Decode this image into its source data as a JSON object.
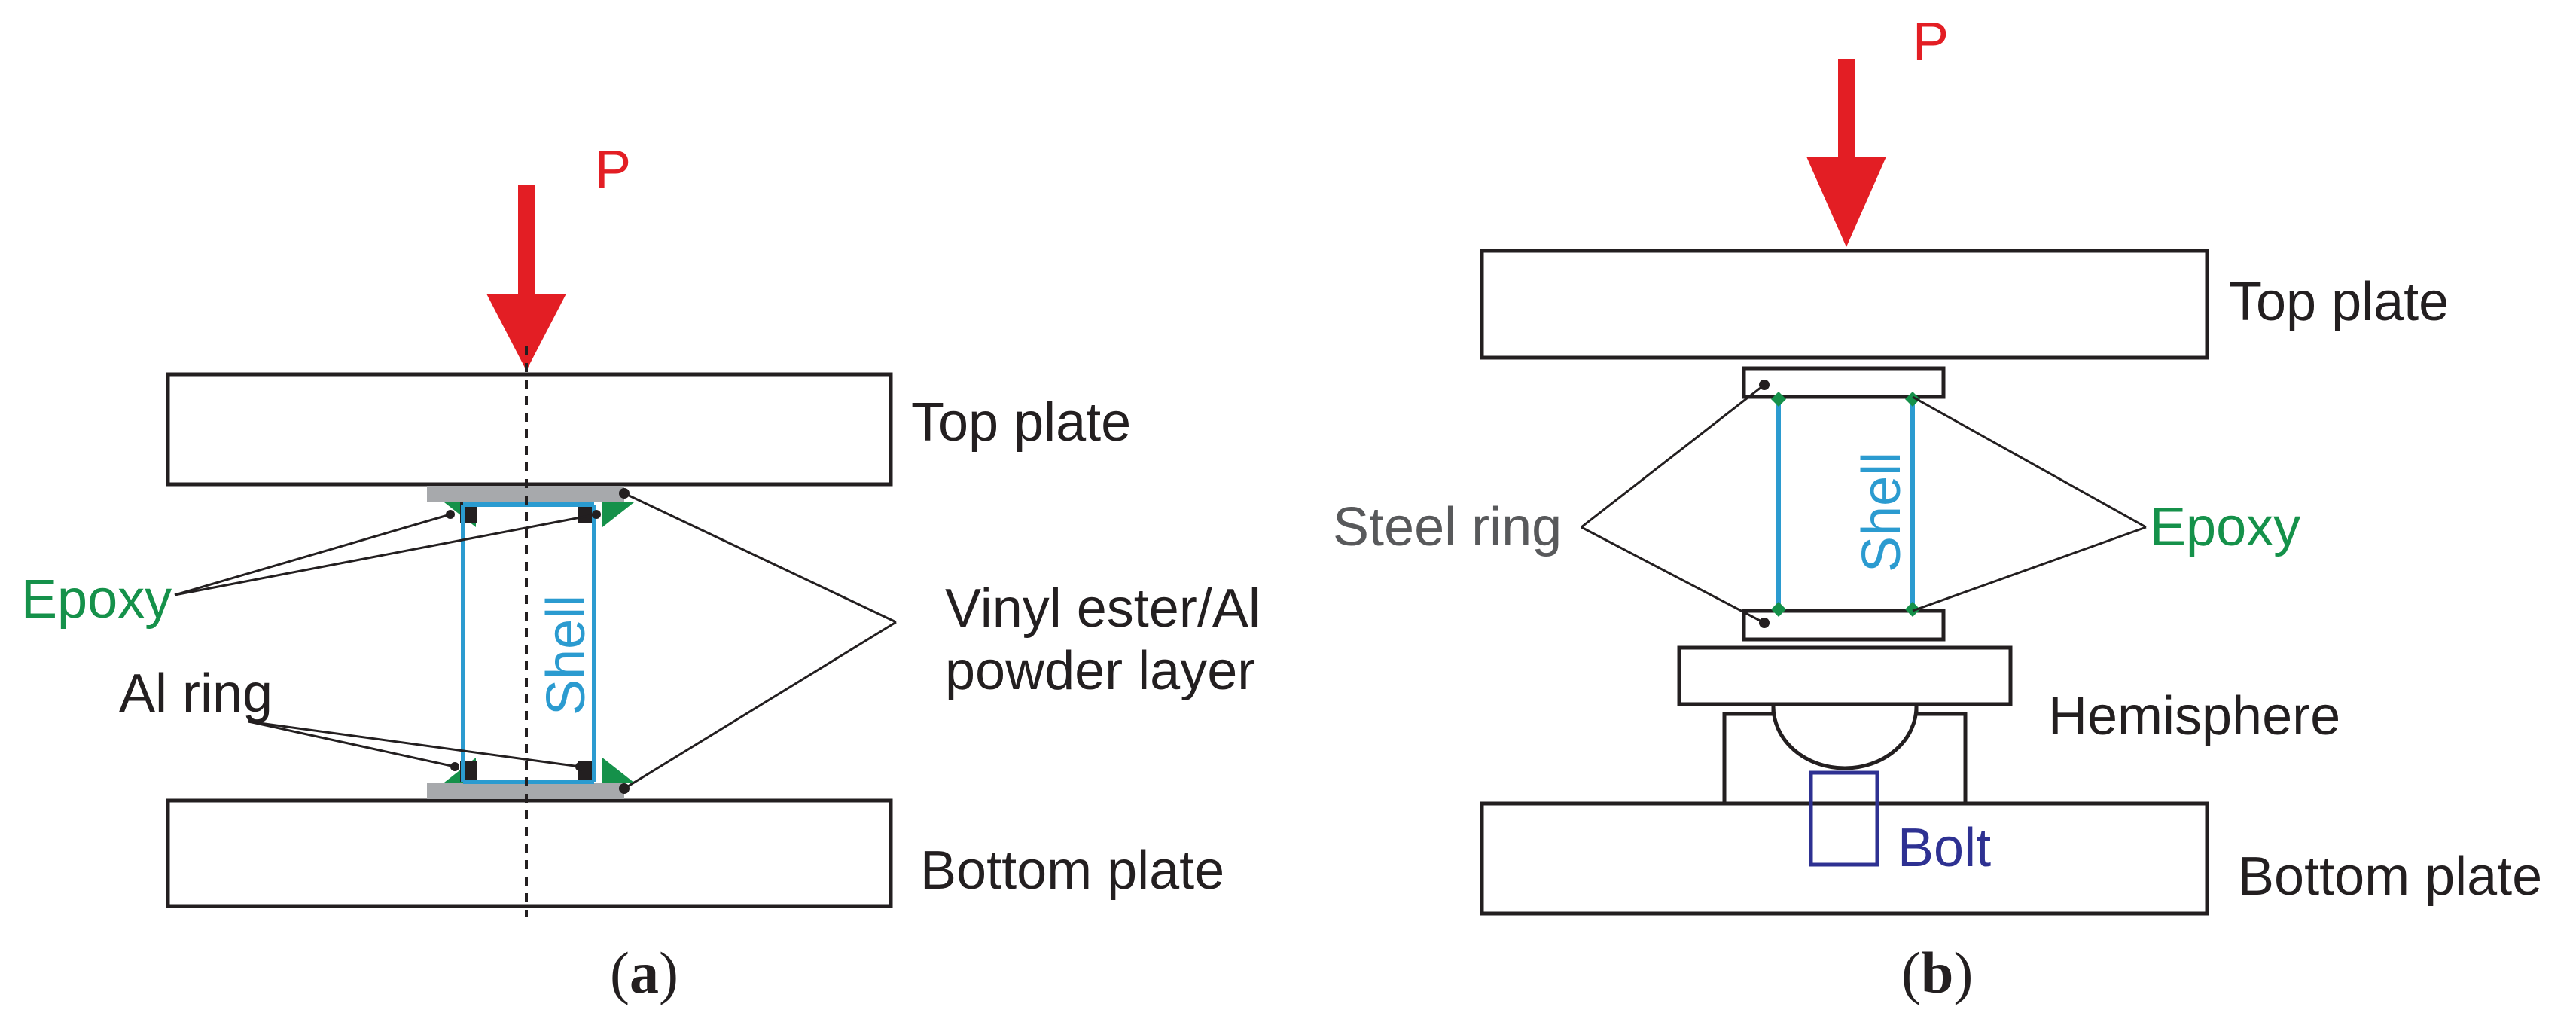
{
  "panel_a": {
    "load_label": "P",
    "top_plate": "Top plate",
    "bottom_plate": "Bottom plate",
    "epoxy": "Epoxy",
    "al_ring": "Al ring",
    "layer_line1": "Vinyl ester/Al",
    "layer_line2": "powder layer",
    "shell": "Shell",
    "caption_open": "(",
    "caption_letter": "a",
    "caption_close": ")"
  },
  "panel_b": {
    "load_label": "P",
    "top_plate": "Top plate",
    "steel_ring": "Steel ring",
    "shell": "Shell",
    "epoxy": "Epoxy",
    "hemisphere": "Hemisphere",
    "bolt": "Bolt",
    "bottom_plate": "Bottom plate",
    "caption_open": "(",
    "caption_letter": "b",
    "caption_close": ")"
  },
  "colors": {
    "load_arrow": "#e31e24",
    "epoxy": "#15914a",
    "shell": "#2b9bd0",
    "bolt": "#2e3192",
    "layer": "#a7a9ac"
  }
}
